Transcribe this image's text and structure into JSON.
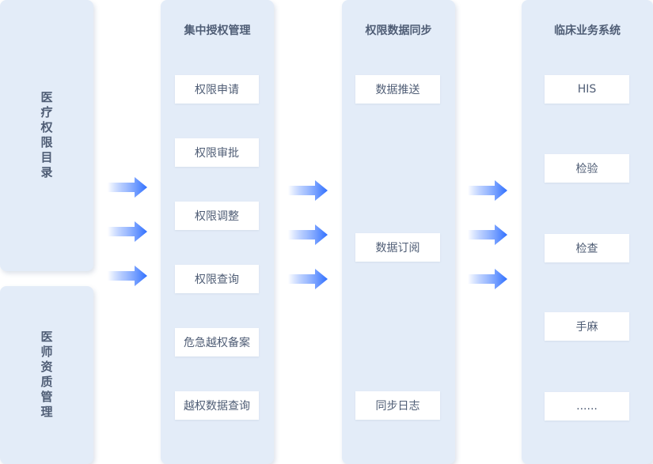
{
  "left": {
    "top_label": "医疗权限目录",
    "bottom_label": "医师资质管理"
  },
  "col1": {
    "title": "集中授权管理",
    "items": [
      "权限申请",
      "权限审批",
      "权限调整",
      "权限查询",
      "危急越权备案",
      "越权数据查询"
    ]
  },
  "col2": {
    "title": "权限数据同步",
    "items": [
      "数据推送",
      "数据订阅",
      "同步日志"
    ]
  },
  "col3": {
    "title": "临床业务系统",
    "items": [
      "HIS",
      "检验",
      "检查",
      "手麻",
      "......"
    ]
  },
  "colors": {
    "panel": "#e3ecf8",
    "text": "#4f5d75",
    "arrow": "#2f6fff"
  },
  "icons": [
    "arrow-right-icon"
  ]
}
